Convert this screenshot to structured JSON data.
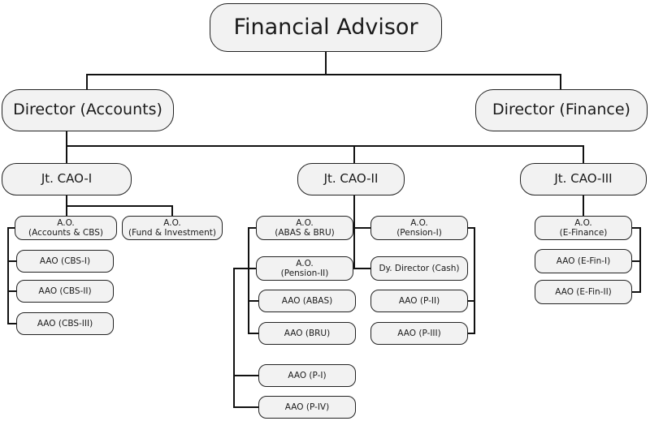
{
  "nodes": {
    "financial_advisor": "Financial Advisor",
    "director_accounts": "Director (Accounts)",
    "director_finance": "Director (Finance)",
    "jt_cao_1": "Jt. CAO-I",
    "jt_cao_2": "Jt. CAO-II",
    "jt_cao_3": "Jt. CAO-III",
    "ao_accounts_cbs": [
      "A.O.",
      "(Accounts & CBS)"
    ],
    "ao_fund_investment": [
      "A.O.",
      "(Fund & Investment)"
    ],
    "aao_cbs_1": "AAO (CBS-I)",
    "aao_cbs_2": "AAO (CBS-II)",
    "aao_cbs_3": "AAO (CBS-III)",
    "ao_abas_bru": [
      "A.O.",
      "(ABAS & BRU)"
    ],
    "ao_pension_2": [
      "A.O.",
      "(Pension-II)"
    ],
    "aao_abas": "AAO (ABAS)",
    "aao_bru": "AAO (BRU)",
    "aao_p1": "AAO (P-I)",
    "aao_p4": "AAO (P-IV)",
    "ao_pension_1": [
      "A.O.",
      "(Pension-I)"
    ],
    "dy_director_cash": "Dy. Director (Cash)",
    "aao_p2": "AAO (P-II)",
    "aao_p3": "AAO (P-III)",
    "ao_e_finance": [
      "A.O.",
      "(E-Finance)"
    ],
    "aao_e_fin_1": "AAO (E-Fin-I)",
    "aao_e_fin_2": "AAO (E-Fin-II)"
  },
  "colors": {
    "node_fill": "#f2f2f2",
    "node_border": "#222222",
    "connector": "#111111"
  }
}
